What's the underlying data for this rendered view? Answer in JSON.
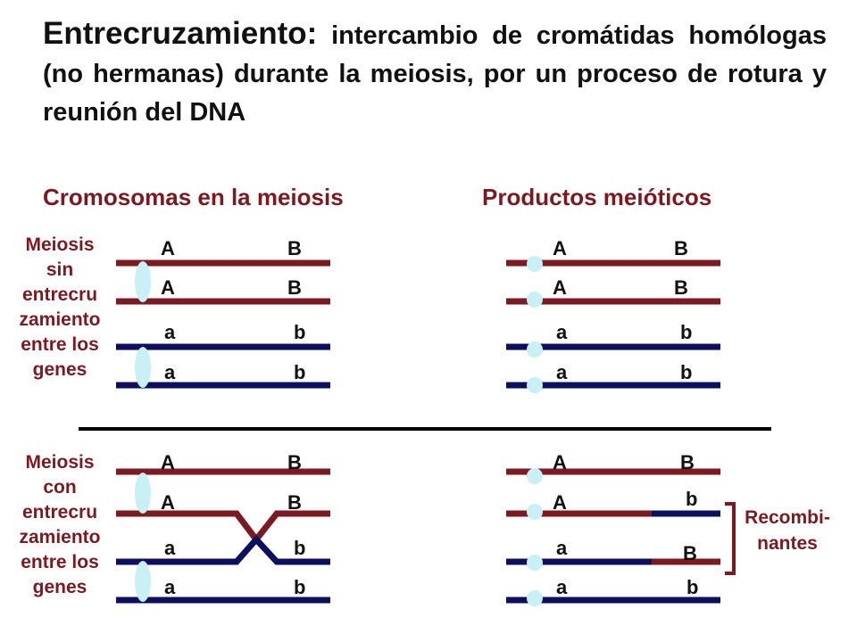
{
  "title": {
    "term": "Entrecruzamiento:",
    "rest": "intercambio de cromátidas homólogas (no hermanas) durante la meiosis, por un proceso de rotura y reunión del DNA"
  },
  "headers": {
    "left": "Cromosomas en la meiosis",
    "right": "Productos meióticos"
  },
  "row_labels": {
    "without": "Meiosis\nsin\nentrecru\nzamiento\nentre los\ngenes",
    "with": "Meiosis\ncon\nentrecru\nzamiento\nentre los\ngenes"
  },
  "alleles": {
    "A": "A",
    "B": "B",
    "a": "a",
    "b": "b"
  },
  "recombinants_label": "Recombi-\nnantes",
  "colors": {
    "maternal": "#7b1a21",
    "paternal": "#0d0f5e",
    "centromere": "#c9f0f5",
    "divider": "#000000",
    "heading": "#7b1a21",
    "bracket": "#7b1a21"
  }
}
